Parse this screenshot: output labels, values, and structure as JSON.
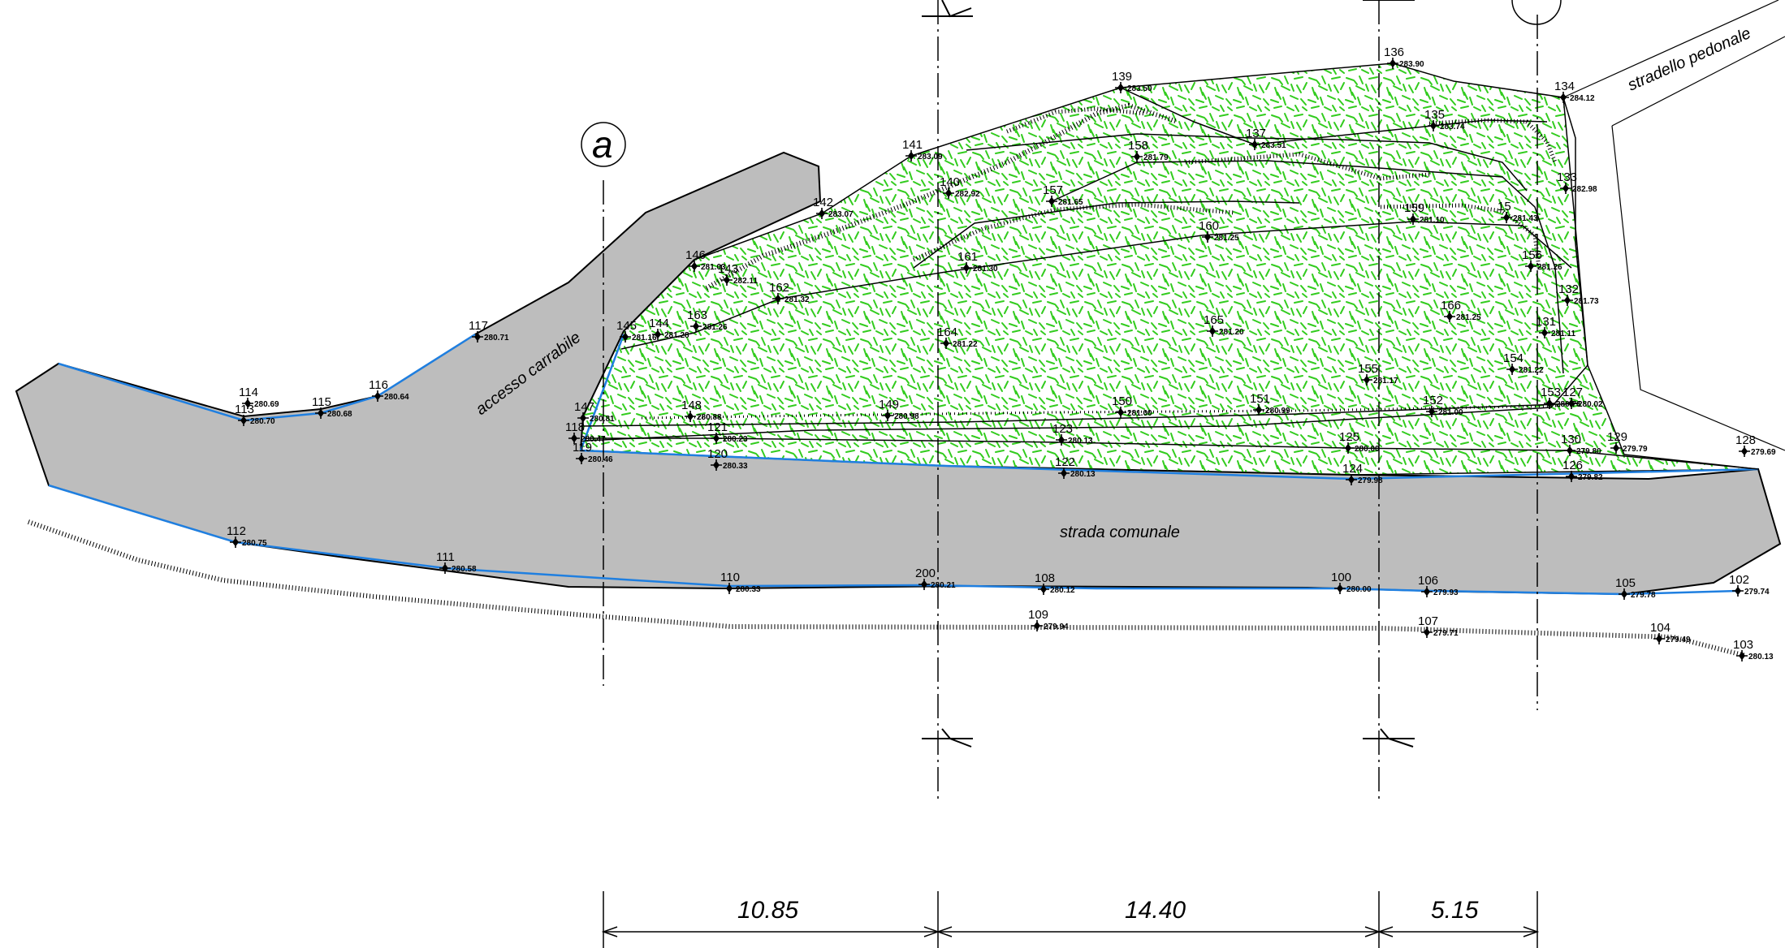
{
  "labels": {
    "access_road": "accesso carrabile",
    "municipal_road": "strada comunale",
    "footpath": "stradello pedonale",
    "section_marker": "a"
  },
  "dimensions": [
    "10.85",
    "14.40",
    "5.15"
  ],
  "colors": {
    "grass": "#33cc1f",
    "road_fill": "#bdbdbd",
    "boundary": "#1f7fe0",
    "line": "#000000"
  },
  "points": [
    {
      "id": "139",
      "elev": "283.50"
    },
    {
      "id": "136",
      "elev": "283.90"
    },
    {
      "id": "134",
      "elev": "284.12"
    },
    {
      "id": "141",
      "elev": "283.09"
    },
    {
      "id": "137",
      "elev": "283.51"
    },
    {
      "id": "135",
      "elev": "283.74"
    },
    {
      "id": "158",
      "elev": "281.79"
    },
    {
      "id": "133",
      "elev": "282.98"
    },
    {
      "id": "142",
      "elev": "283.07"
    },
    {
      "id": "140",
      "elev": "282.92"
    },
    {
      "id": "157",
      "elev": "281.65"
    },
    {
      "id": "159",
      "elev": "281.10"
    },
    {
      "id": "15",
      "elev": "281.43"
    },
    {
      "id": "160",
      "elev": "281.25"
    },
    {
      "id": "146",
      "elev": "281.03"
    },
    {
      "id": "161",
      "elev": "281.30"
    },
    {
      "id": "156",
      "elev": "281.26"
    },
    {
      "id": "143",
      "elev": "282.11"
    },
    {
      "id": "162",
      "elev": "281.32"
    },
    {
      "id": "132",
      "elev": "281.73"
    },
    {
      "id": "145",
      "elev": "281.16"
    },
    {
      "id": "144",
      "elev": "281.28"
    },
    {
      "id": "163",
      "elev": "281.26"
    },
    {
      "id": "166",
      "elev": "281.25"
    },
    {
      "id": "117",
      "elev": "280.71"
    },
    {
      "id": "164",
      "elev": "281.22"
    },
    {
      "id": "165",
      "elev": "281.20"
    },
    {
      "id": "131",
      "elev": "281.11"
    },
    {
      "id": "154",
      "elev": "281.22"
    },
    {
      "id": "155",
      "elev": "281.17"
    },
    {
      "id": "116",
      "elev": "280.64"
    },
    {
      "id": "114",
      "elev": "280.69"
    },
    {
      "id": "147",
      "elev": "280.81"
    },
    {
      "id": "148",
      "elev": "280.88"
    },
    {
      "id": "149",
      "elev": "280.98"
    },
    {
      "id": "150",
      "elev": "281.00"
    },
    {
      "id": "151",
      "elev": "280.99"
    },
    {
      "id": "152",
      "elev": "281.00"
    },
    {
      "id": "153",
      "elev": "280.76"
    },
    {
      "id": "113",
      "elev": "280.70"
    },
    {
      "id": "115",
      "elev": "280.68"
    },
    {
      "id": "118",
      "elev": "280.47"
    },
    {
      "id": "121",
      "elev": "280.23"
    },
    {
      "id": "123",
      "elev": "280.13"
    },
    {
      "id": "125",
      "elev": "280.00"
    },
    {
      "id": "130",
      "elev": "279.80"
    },
    {
      "id": "127",
      "elev": "280.02"
    },
    {
      "id": "129",
      "elev": "279.79"
    },
    {
      "id": "128",
      "elev": "279.69"
    },
    {
      "id": "119",
      "elev": "280.46"
    },
    {
      "id": "120",
      "elev": "280.33"
    },
    {
      "id": "122",
      "elev": "280.13"
    },
    {
      "id": "124",
      "elev": "279.98"
    },
    {
      "id": "126",
      "elev": "279.82"
    },
    {
      "id": "112",
      "elev": "280.75"
    },
    {
      "id": "111",
      "elev": "280.58"
    },
    {
      "id": "110",
      "elev": "280.33"
    },
    {
      "id": "200",
      "elev": "280.21"
    },
    {
      "id": "108",
      "elev": "280.12"
    },
    {
      "id": "100",
      "elev": "280.00"
    },
    {
      "id": "106",
      "elev": "279.93"
    },
    {
      "id": "105",
      "elev": "279.78"
    },
    {
      "id": "102",
      "elev": "279.74"
    },
    {
      "id": "109",
      "elev": "279.94"
    },
    {
      "id": "107",
      "elev": "279.71"
    },
    {
      "id": "104",
      "elev": "279.49"
    },
    {
      "id": "103",
      "elev": "280.13"
    }
  ]
}
